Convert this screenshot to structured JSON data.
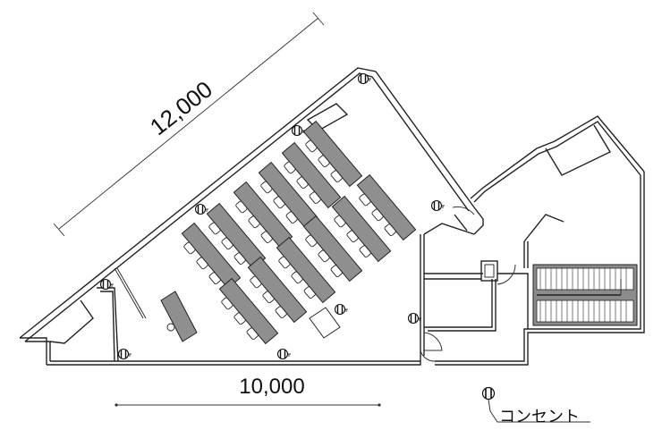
{
  "plan": {
    "dimension_diagonal": "12,000",
    "dimension_bottom": "10,000",
    "legend_label": "コンセント",
    "outlet_symbol": "outlet-icon",
    "outlet_count": 8
  },
  "colors": {
    "line": "#222222",
    "desk_fill": "#8f8f8f",
    "stair_fill": "#8c8c8c",
    "background": "#ffffff"
  }
}
